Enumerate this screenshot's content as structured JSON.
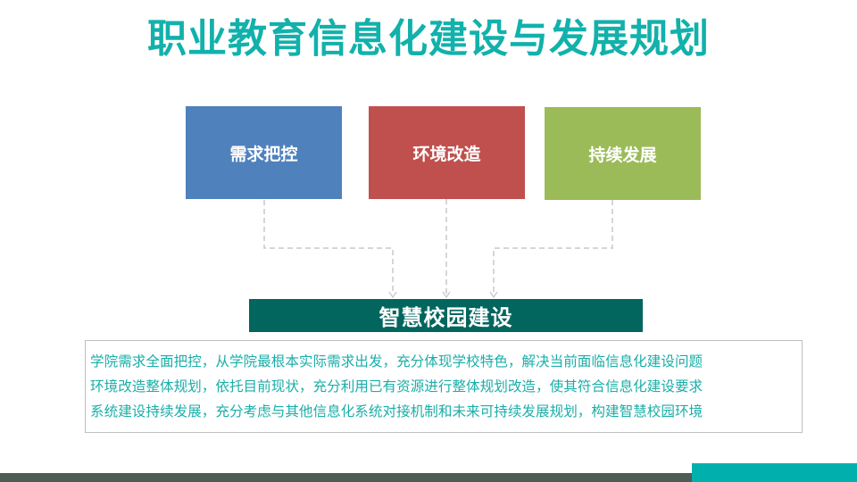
{
  "title": "职业教育信息化建设与发展规划",
  "pillars": [
    {
      "label": "需求把控",
      "color": "#4f81bd"
    },
    {
      "label": "环境改造",
      "color": "#c0504d"
    },
    {
      "label": "持续发展",
      "color": "#9bbb59"
    }
  ],
  "hub": {
    "label": "智慧校园建设",
    "color": "#03665e"
  },
  "description": {
    "lines": [
      "学院需求全面把控，从学院最根本实际需求出发，充分体现学校特色，解决当前面临信息化建设问题",
      "环境改造整体规划，依托目前现状，充分利用已有资源进行整体规划改造，使其符合信息化建设要求",
      "系统建设持续发展，充分考虑与其他信息化系统对接机制和未来可持续发展规划，构建智慧校园环境"
    ],
    "text_color": "#1aaea8"
  },
  "colors": {
    "title": "#12b1ab",
    "footer_bar": "#4e5c53",
    "footer_accent": "#00b0ac",
    "connector": "#c8c8c8"
  }
}
